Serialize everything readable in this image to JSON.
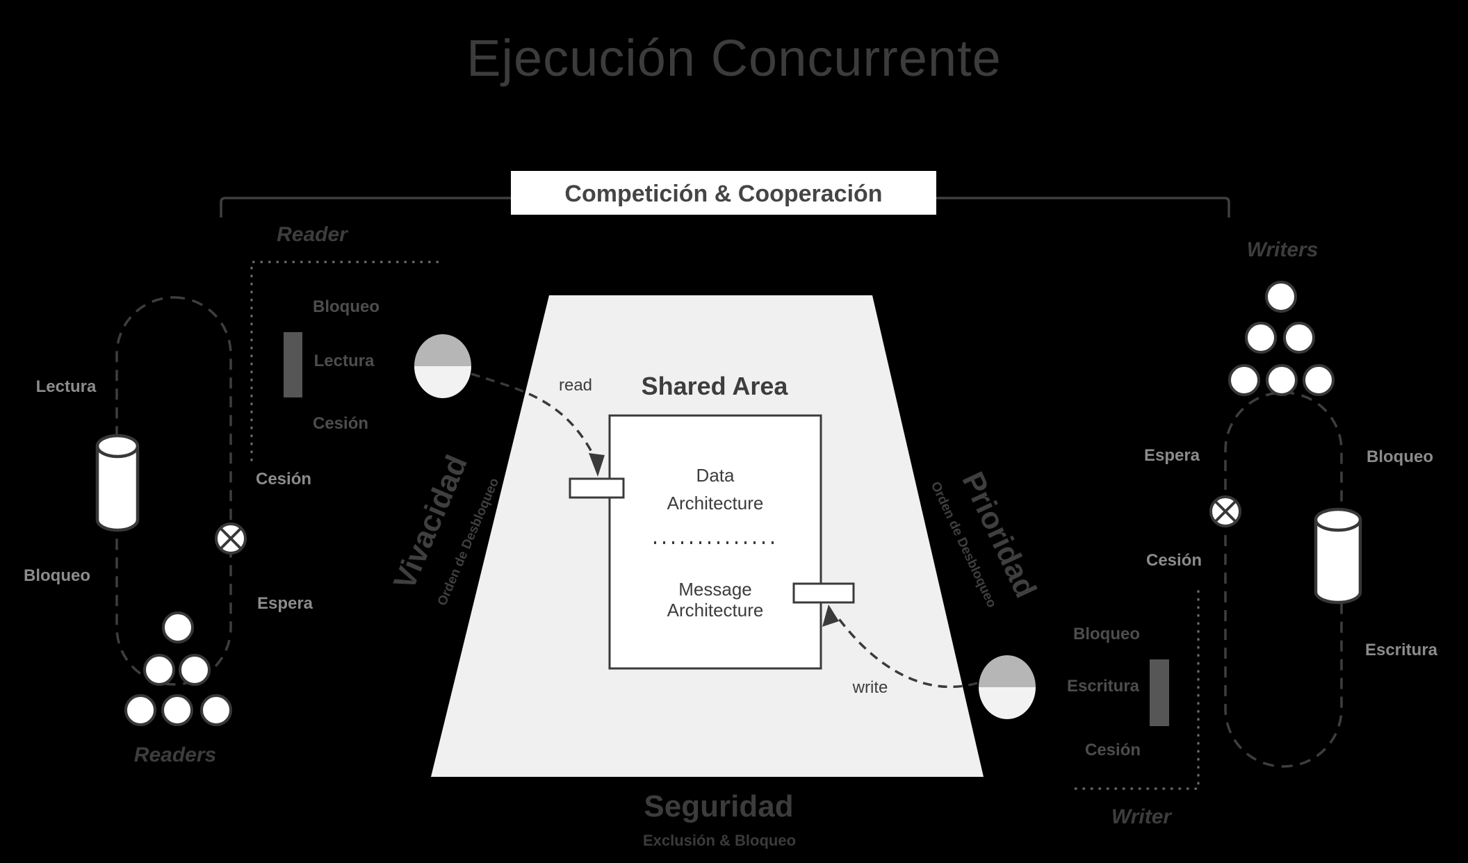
{
  "diagram": {
    "title": "Ejecución Concurrente",
    "banner": "Competición & Cooperación",
    "center": {
      "shared_area_title": "Shared Area",
      "data_block_line1": "Data",
      "data_block_line2": "Architecture",
      "message_block_line1": "Message",
      "message_block_line2": "Architecture",
      "read_label": "read",
      "write_label": "write"
    },
    "edges": {
      "left_label": "Vivacidad",
      "left_sublabel": "Orden de Desbloqueo",
      "right_label": "Prioridad",
      "right_sublabel": "Orden de Desbloqueo",
      "bottom_label": "Seguridad",
      "bottom_sublabel": "Exclusión & Bloqueo"
    },
    "reader_side": {
      "process_title": "Reader",
      "pool_title": "Readers",
      "state_box": {
        "step1": "Bloqueo",
        "step2": "Lectura",
        "step3": "Cesión"
      },
      "loop_labels": {
        "lectura": "Lectura",
        "bloqueo": "Bloqueo",
        "cesion": "Cesión",
        "espera": "Espera"
      }
    },
    "writer_side": {
      "process_title": "Writer",
      "pool_title": "Writers",
      "state_box": {
        "step1": "Bloqueo",
        "step2": "Escritura",
        "step3": "Cesión"
      },
      "loop_labels": {
        "espera": "Espera",
        "bloqueo": "Bloqueo",
        "cesion": "Cesión",
        "escritura": "Escritura"
      }
    },
    "icons": {
      "lock_resource": "cylinder-icon",
      "blocked_state": "crossed-circle-icon",
      "active_token": "half-filled-circle-icon",
      "thread": "circle-icon"
    },
    "colors": {
      "background": "#000000",
      "title_text": "#3c3c3c",
      "banner_bg": "#ffffff",
      "trapezoid_bg": "#f0f0f0",
      "outline": "#3a3a3a",
      "muted_label": "#8c8c8c",
      "box_label": "#4d4d4d",
      "bar_fill": "#565656",
      "token_top": "#b6b6b6",
      "token_bottom": "#f2f2f2"
    }
  }
}
